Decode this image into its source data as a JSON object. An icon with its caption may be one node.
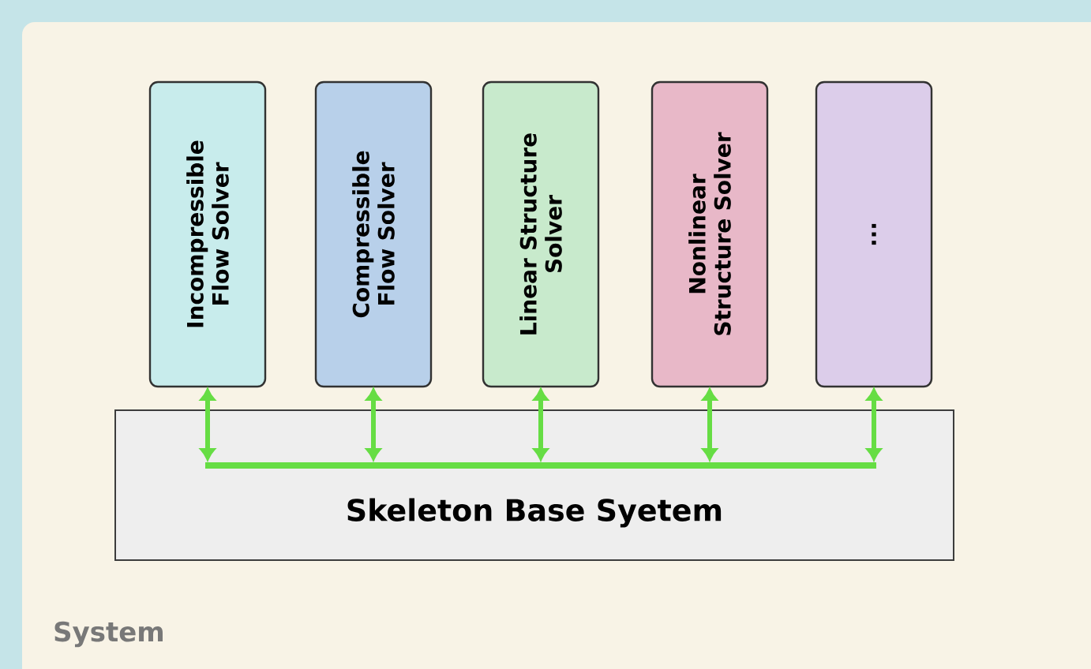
{
  "diagram": {
    "nodes": [
      {
        "text": [
          "System"
        ]
      },
      {
        "text": [
          "Incompressible Flow Solver"
        ],
        "in": 0
      },
      {
        "text": [
          "Compressible Flow Solver"
        ],
        "in": 0
      },
      {
        "text": [
          "Linear Structure Solver"
        ],
        "in": 0
      },
      {
        "text": [
          "Nonlinear Structure Solver"
        ],
        "in": 0
      },
      {
        "text": [
          "..."
        ],
        "in": 0
      },
      {
        "text": [
          "Skeleton Base Syetem"
        ],
        "in": 0
      },
      {
        "text": [],
        "shape": "bar",
        "in": 6
      }
    ],
    "edges": [
      {
        "from": 1,
        "to": 7,
        "arrow": "both"
      },
      {
        "from": 2,
        "to": 7,
        "arrow": "both"
      },
      {
        "from": 3,
        "to": 7,
        "arrow": "both"
      },
      {
        "from": 4,
        "to": 7,
        "arrow": "both"
      },
      {
        "from": 5,
        "to": 7,
        "arrow": "both"
      }
    ]
  }
}
